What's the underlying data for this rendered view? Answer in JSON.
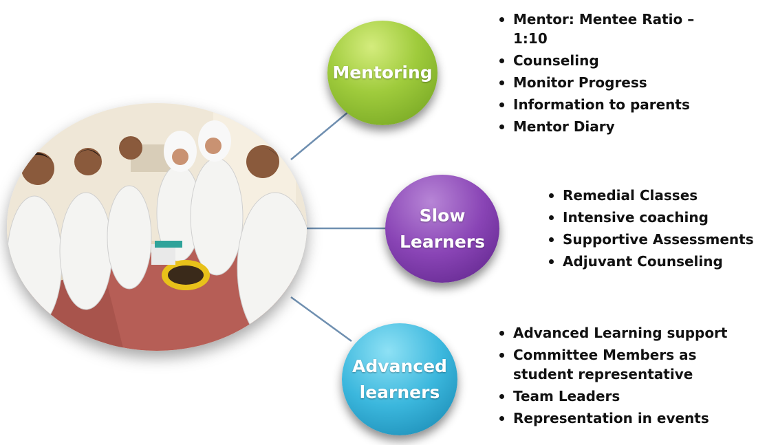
{
  "diagram": {
    "nodes": [
      {
        "id": "mentoring",
        "label": "Mentoring",
        "color": "#9fcb3c",
        "items": [
          "Mentor: Mentee Ratio – 1:10",
          "Counseling",
          "Monitor Progress",
          "Information to parents",
          "Mentor Diary"
        ]
      },
      {
        "id": "slow",
        "label": "Slow\nLearners",
        "color": "#8944b5",
        "items": [
          "Remedial Classes",
          "Intensive coaching",
          "Supportive Assessments",
          "Adjuvant Counseling"
        ]
      },
      {
        "id": "advanced",
        "label": "Advanced\nlearners",
        "color": "#3bb7dd",
        "items": [
          "Advanced Learning support",
          "Committee Members as student representative",
          "Team Leaders",
          "Representation in events"
        ]
      }
    ],
    "connector_color": "#6f8fb0"
  }
}
